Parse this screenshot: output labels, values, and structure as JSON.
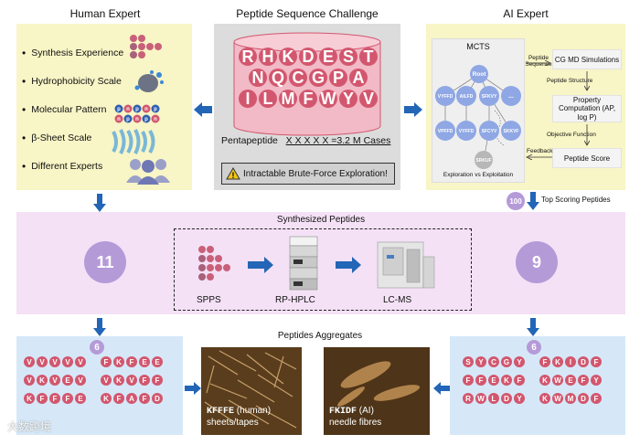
{
  "human_expert": {
    "title": "Human Expert",
    "items": [
      "Synthesis Experience",
      "Hydrophobicity Scale",
      "Molecular Pattern",
      "β-Sheet Scale",
      "Different Experts"
    ]
  },
  "challenge": {
    "title": "Peptide Sequence Challenge",
    "letter_rows": [
      [
        "R",
        "H",
        "K",
        "D",
        "E",
        "S",
        "T"
      ],
      [
        "N",
        "Q",
        "C",
        "G",
        "P",
        "A"
      ],
      [
        "I",
        "L",
        "M",
        "F",
        "W",
        "Y",
        "V"
      ]
    ],
    "pentapeptide_label": "Pentapeptide",
    "pentapeptide_formula": "X X X X X =3.2 M Cases",
    "warning_text": "Intractable Brute-Force Exploration!"
  },
  "ai_expert": {
    "title": "AI Expert",
    "mcts_label": "MCTS",
    "root_label": "Root",
    "nodes_level1": [
      "VYFFD",
      "AILFD",
      "SFKVY",
      "..."
    ],
    "nodes_level2": [
      "VPFFD",
      "VYFFD",
      "SFCYV",
      "SKKVF"
    ],
    "node_level3": "SRKUF",
    "exploration_label": "Exploration vs Exploitation",
    "peptide_sequence_label": "Peptide Sequence",
    "cg_md_label": "CG MD Simulations",
    "peptide_structure_label": "Peptide Structure",
    "property_label": "Property Computation (AP, log P)",
    "objective_label": "Objective Function",
    "score_label": "Peptide  Score",
    "feedback_label": "Feedback",
    "top_count": "100",
    "top_label": "Top Scoring Peptides"
  },
  "synthesized": {
    "title": "Synthesized Peptides",
    "left_count": "11",
    "right_count": "9",
    "spps_label": "SPPS",
    "hplc_label": "RP-HPLC",
    "lcms_label": "LC-MS"
  },
  "aggregates": {
    "title": "Peptides Aggregates",
    "human_count": "6",
    "ai_count": "6",
    "human_peptides": [
      [
        "V",
        "V",
        "V",
        "V",
        "V"
      ],
      [
        "F",
        "K",
        "F",
        "E",
        "E"
      ],
      [
        "V",
        "K",
        "V",
        "E",
        "V"
      ],
      [
        "V",
        "K",
        "V",
        "F",
        "F"
      ],
      [
        "K",
        "F",
        "F",
        "F",
        "E"
      ],
      [
        "K",
        "F",
        "A",
        "F",
        "D"
      ]
    ],
    "ai_peptides": [
      [
        "S",
        "Y",
        "C",
        "G",
        "Y"
      ],
      [
        "F",
        "K",
        "I",
        "D",
        "F"
      ],
      [
        "F",
        "F",
        "E",
        "K",
        "F"
      ],
      [
        "K",
        "W",
        "E",
        "F",
        "Y"
      ],
      [
        "R",
        "W",
        "L",
        "D",
        "Y"
      ],
      [
        "K",
        "W",
        "M",
        "D",
        "F"
      ]
    ],
    "human_image_code": "KFFFE",
    "human_image_tag": "(human)",
    "human_image_desc": "sheets/tapes",
    "ai_image_code": "FKIDF",
    "ai_image_tag": "(AI)",
    "ai_image_desc": "needle fibres"
  },
  "watermark": "大数跨境",
  "colors": {
    "residue": "#d2576e",
    "arrow": "#2365b6",
    "count_circle": "#b59ad8",
    "tree_node": "#8fa7e4"
  }
}
